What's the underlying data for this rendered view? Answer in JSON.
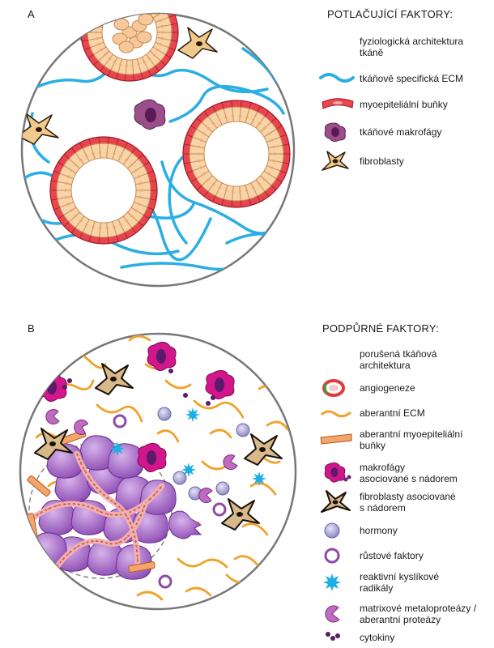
{
  "panels": [
    {
      "letter": "A",
      "heading": "POTLAČUJÍCÍ FAKTORY:",
      "legend": [
        {
          "label": "fyziologická architektura\ntkáně",
          "icon": "none-icon"
        },
        {
          "label": "tkáňově specifická ECM",
          "icon": "ecm-fiber-icon"
        },
        {
          "label": "myoepiteliální buňky",
          "icon": "myoepithelial-cell-icon"
        },
        {
          "label": "tkáňové makrofágy",
          "icon": "macrophage-icon"
        },
        {
          "label": "fibroblasty",
          "icon": "fibroblast-icon"
        }
      ]
    },
    {
      "letter": "B",
      "heading": "PODPŮRNÉ FAKTORY:",
      "legend": [
        {
          "label": "porušená tkáňová\narchitektura",
          "icon": "none-icon"
        },
        {
          "label": "angiogeneze",
          "icon": "blood-vessel-icon"
        },
        {
          "label": "aberantní ECM",
          "icon": "aberrant-ecm-icon"
        },
        {
          "label": "aberantní myoepiteliální\nbuňky",
          "icon": "aberrant-myoepithelial-icon"
        },
        {
          "label": "makrofágy\nasociované s nádorem",
          "icon": "tumor-macrophage-icon"
        },
        {
          "label": "fibroblasty asociované\ns nádorem",
          "icon": "tumor-fibroblast-icon"
        },
        {
          "label": "hormony",
          "icon": "hormone-icon"
        },
        {
          "label": "růstové faktory",
          "icon": "growth-factor-icon"
        },
        {
          "label": "reaktivní kyslíkové\nradikály",
          "icon": "ros-icon"
        },
        {
          "label": "matrixové metaloproteázy /\naberantní proteázy",
          "icon": "protease-icon"
        },
        {
          "label": "cytokiny",
          "icon": "cytokine-icon"
        }
      ]
    }
  ],
  "colors": {
    "ecm": "#2aaee3",
    "myoepithelial": "#e8454f",
    "epithelium": "#f8d3a8",
    "macrophage": "#9a4f8a",
    "fibroblast": "#f0c98d",
    "aberrant_ecm": "#f0a22b",
    "tumor_macrophage": "#d4168d",
    "tumor_cell": "#a768c6",
    "hormone": "#a9a6d8",
    "ros": "#1eaee4"
  }
}
